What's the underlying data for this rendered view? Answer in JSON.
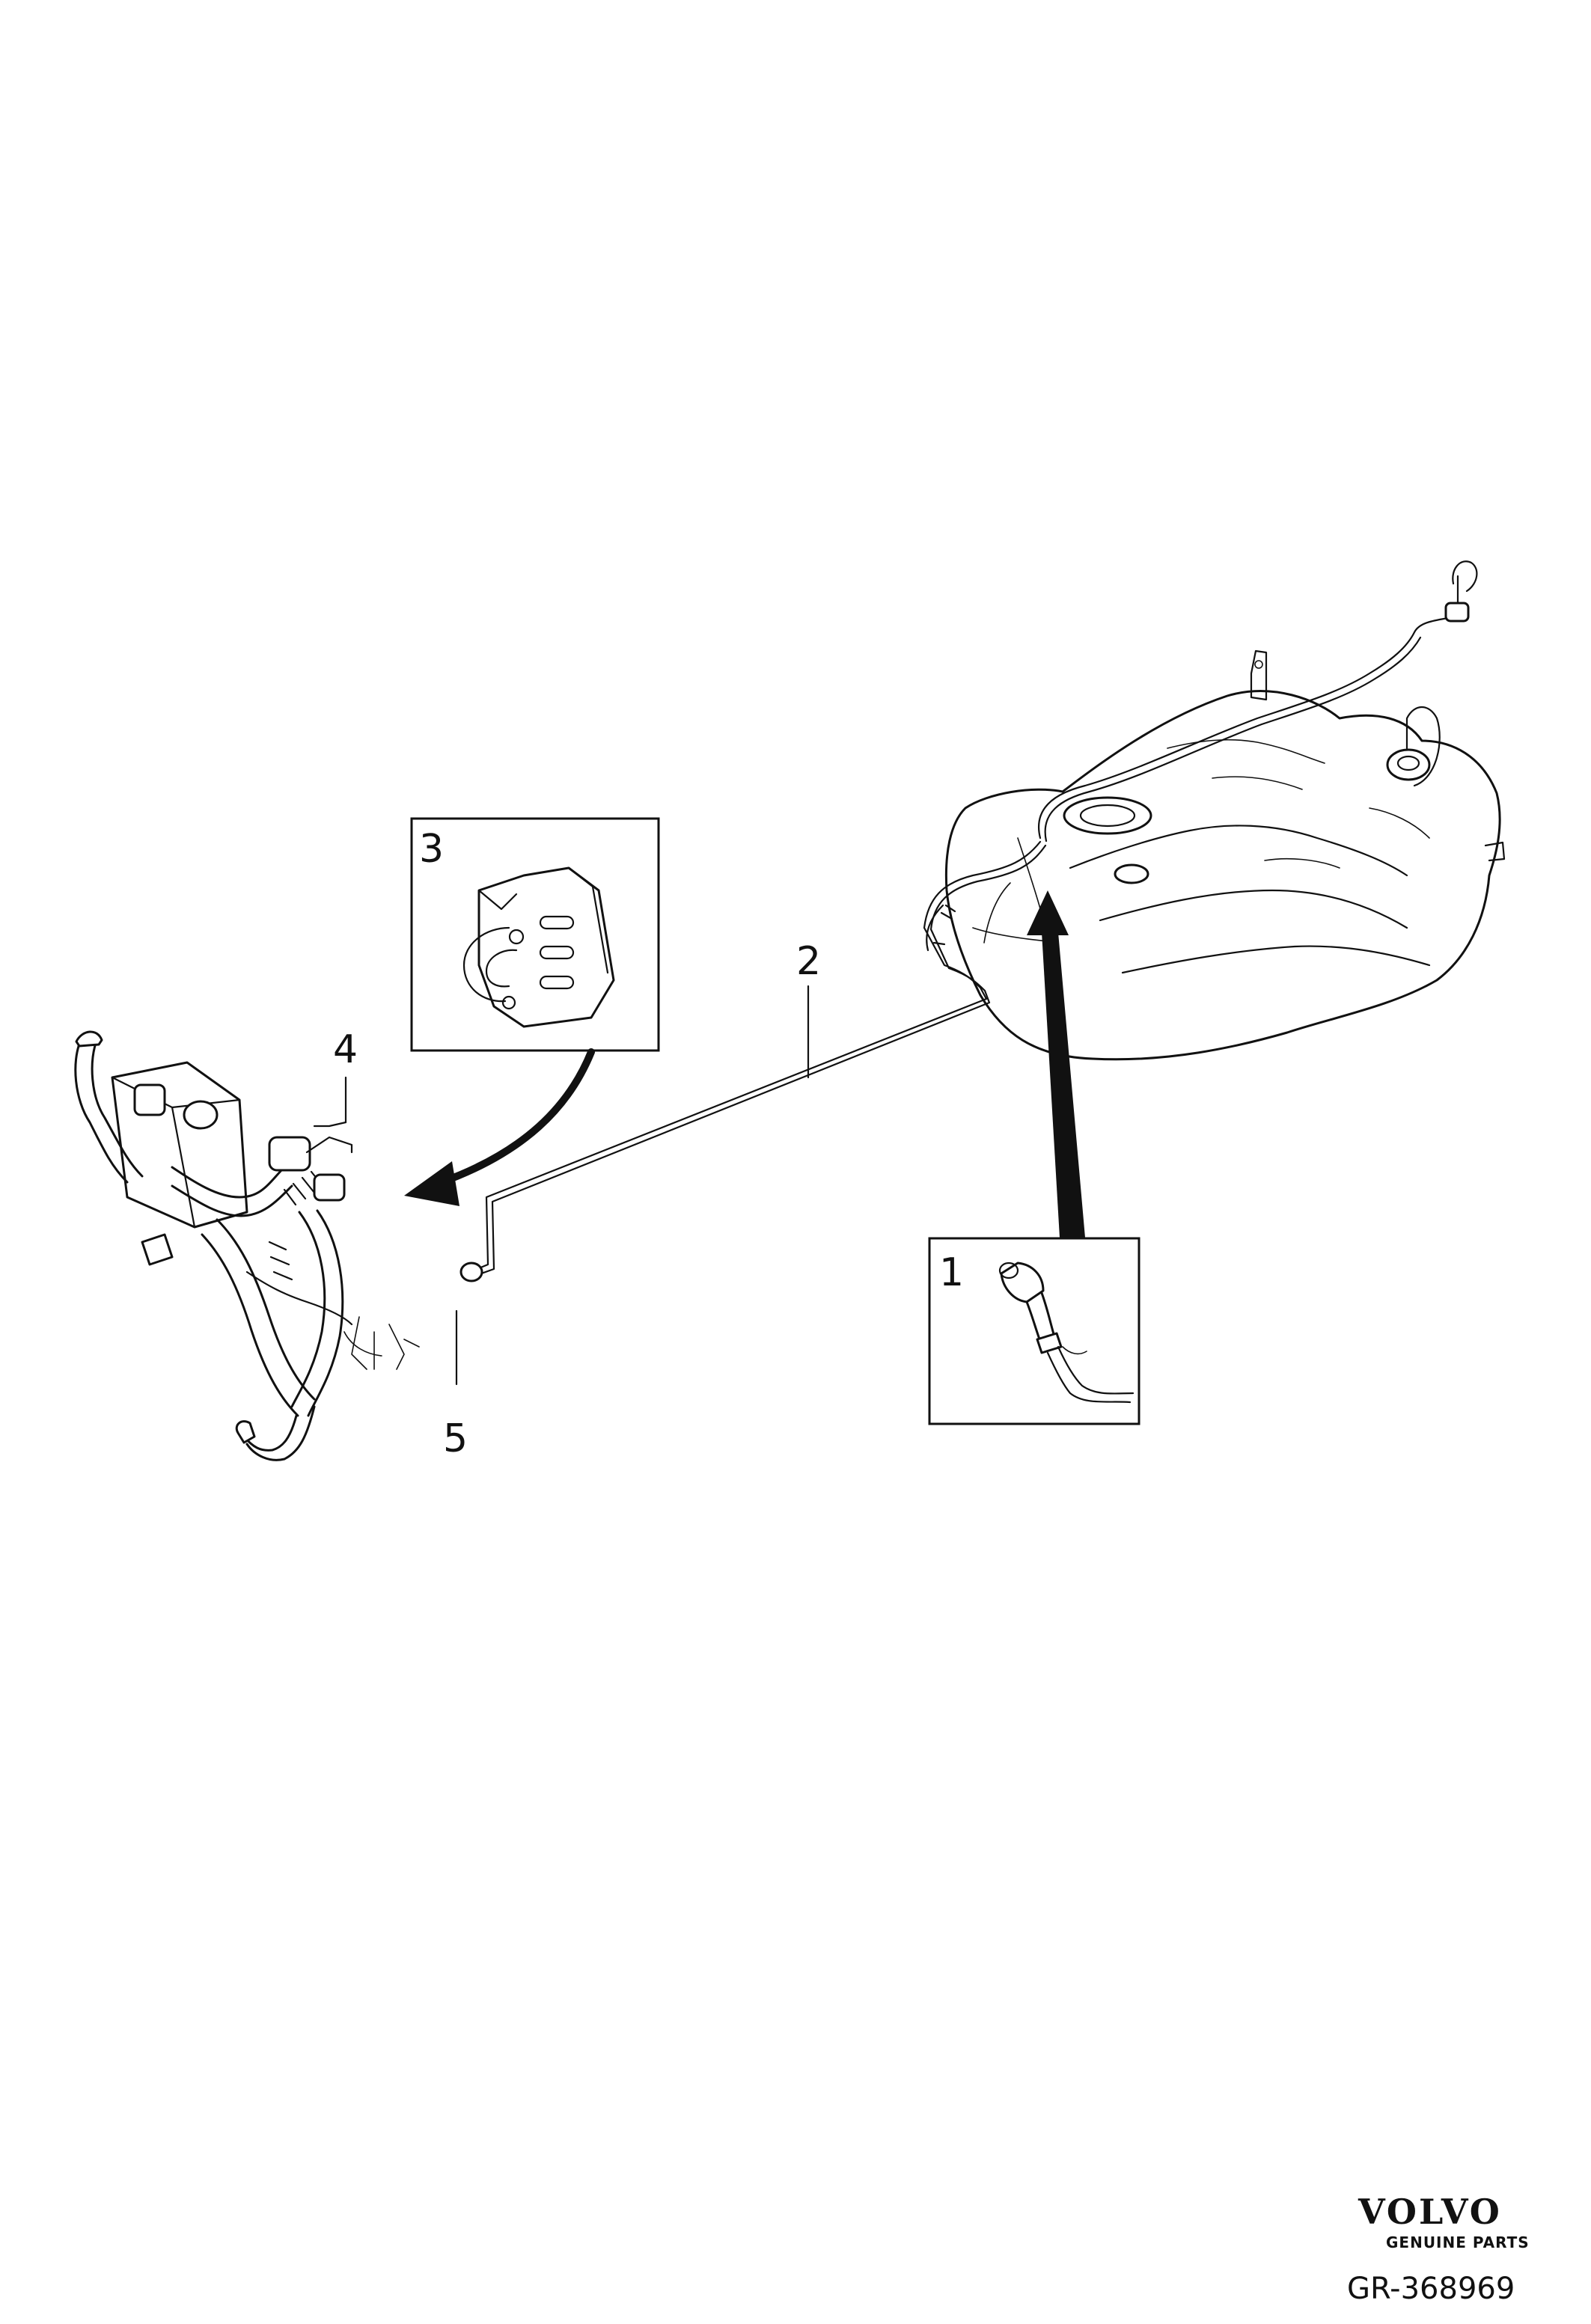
{
  "callouts": {
    "item_1": "1",
    "item_2": "2",
    "item_3": "3",
    "item_4": "4",
    "item_5": "5"
  },
  "footer": {
    "brand": "VOLVO",
    "tagline": "GENUINE PARTS",
    "reference": "GR-368969"
  }
}
